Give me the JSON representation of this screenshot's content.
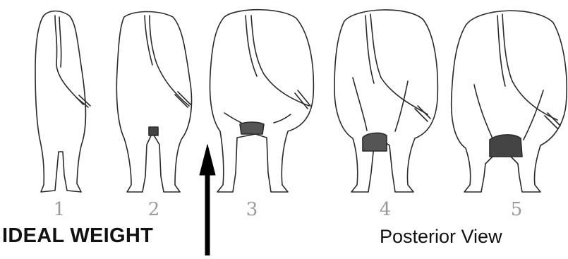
{
  "figure": {
    "score_labels": [
      "1",
      "2",
      "3",
      "4",
      "5"
    ],
    "ideal_label": "IDEAL WEIGHT",
    "view_label": "Posterior View",
    "pointer": {
      "points_to_score": "3"
    }
  }
}
